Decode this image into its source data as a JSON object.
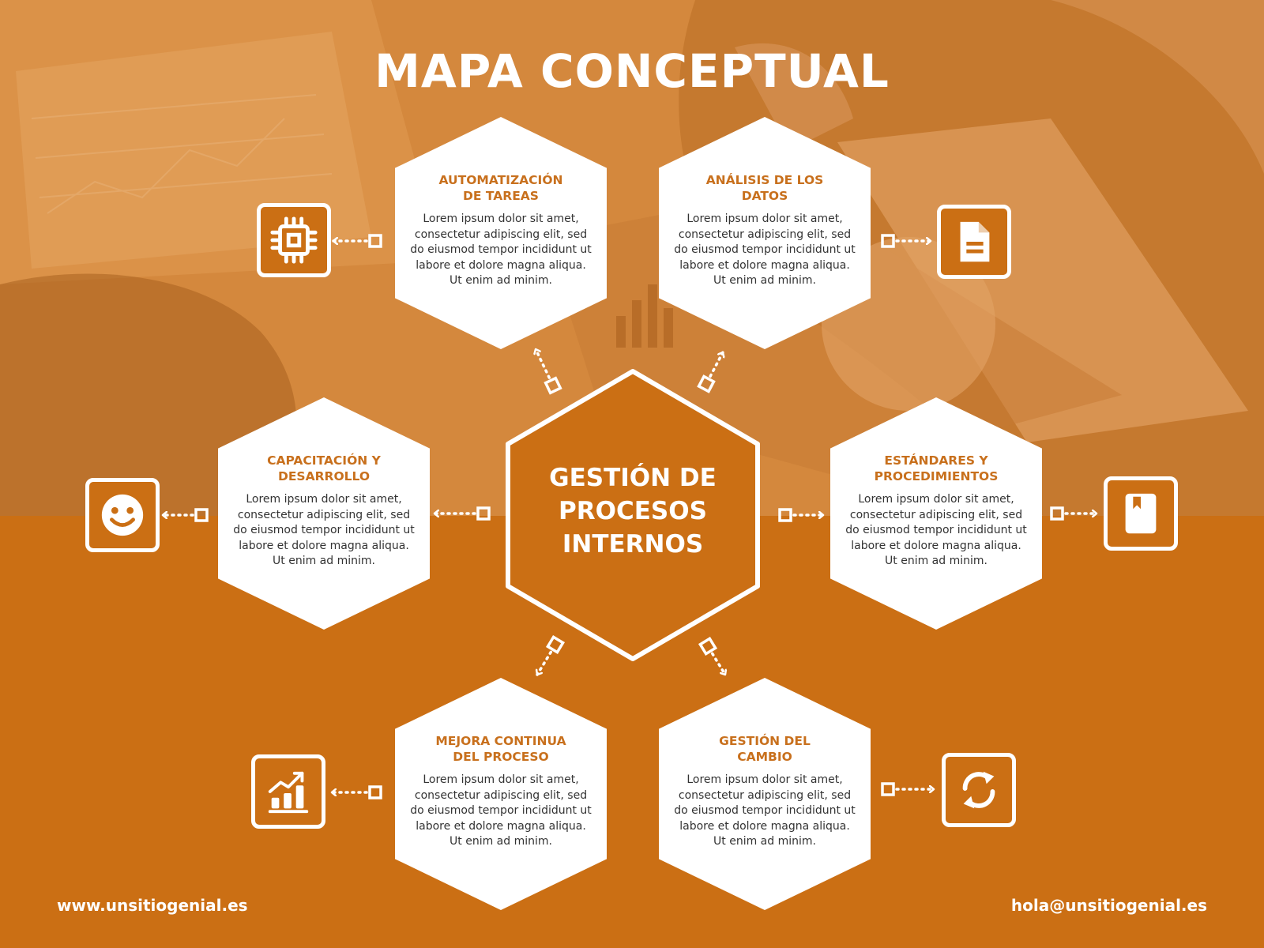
{
  "title": "MAPA CONCEPTUAL",
  "center": {
    "lines": [
      "GESTIÓN DE",
      "PROCESOS",
      "INTERNOS"
    ]
  },
  "nodes": [
    {
      "id": "automatizacion",
      "title_lines": [
        "AUTOMATIZACIÓN",
        "DE TAREAS"
      ],
      "icon": "chip-icon",
      "body": "Lorem ipsum dolor sit amet, consectetur adipiscing elit, sed do eiusmod tempor incididunt ut labore et dolore magna aliqua. Ut enim ad minim."
    },
    {
      "id": "analisis",
      "title_lines": [
        "ANÁLISIS DE LOS",
        "DATOS"
      ],
      "icon": "document-icon",
      "body": "Lorem ipsum dolor sit amet, consectetur adipiscing elit, sed do eiusmod tempor incididunt ut labore et dolore magna aliqua. Ut enim ad minim."
    },
    {
      "id": "capacitacion",
      "title_lines": [
        "CAPACITACIÓN Y",
        "DESARROLLO"
      ],
      "icon": "smiley-icon",
      "body": "Lorem ipsum dolor sit amet, consectetur adipiscing elit, sed do eiusmod tempor incididunt ut labore et dolore magna aliqua. Ut enim ad minim."
    },
    {
      "id": "estandares",
      "title_lines": [
        "ESTÁNDARES Y",
        "PROCEDIMIENTOS"
      ],
      "icon": "bookmark-book-icon",
      "body": "Lorem ipsum dolor sit amet, consectetur adipiscing elit, sed do eiusmod tempor incididunt ut labore et dolore magna aliqua. Ut enim ad minim."
    },
    {
      "id": "mejora",
      "title_lines": [
        "MEJORA CONTINUA",
        "DEL PROCESO"
      ],
      "icon": "growth-chart-icon",
      "body": "Lorem ipsum dolor sit amet, consectetur adipiscing elit, sed do eiusmod tempor incididunt ut labore et dolore magna aliqua. Ut enim ad minim."
    },
    {
      "id": "cambio",
      "title_lines": [
        "GESTIÓN DEL",
        "CAMBIO"
      ],
      "icon": "refresh-icon",
      "body": "Lorem ipsum dolor sit amet, consectetur adipiscing elit, sed do eiusmod tempor incididunt ut labore et dolore magna aliqua. Ut enim ad minim."
    }
  ],
  "footer": {
    "website": "www.unsitiogenial.es",
    "email": "hola@unsitiogenial.es"
  },
  "colors": {
    "primary_orange": "#cb6f14",
    "title_orange": "#c8701d",
    "white": "#ffffff"
  }
}
